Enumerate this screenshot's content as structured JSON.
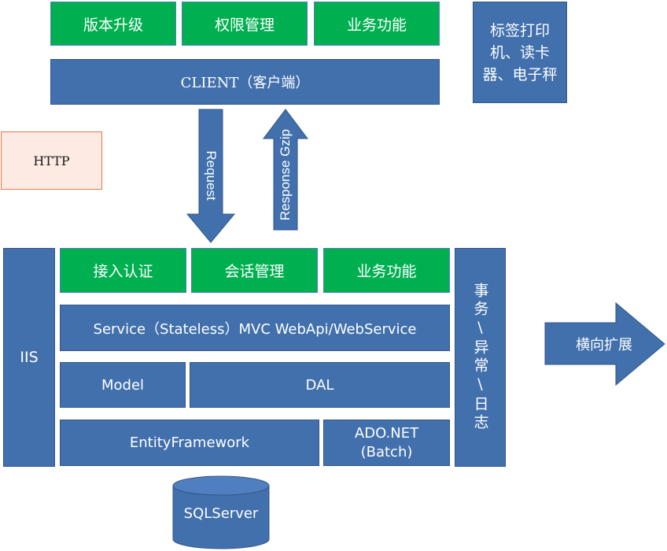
{
  "client": {
    "modules": [
      "版本升级",
      "权限管理",
      "业务功能"
    ],
    "title": "CLIENT（客户端）"
  },
  "peripherals": "标签打印机、读卡器、电子秤",
  "http": "HTTP",
  "arrows": {
    "request": "Request",
    "response": "Response Gzip",
    "scale_out": "横向扩展"
  },
  "server": {
    "iis": "IIS",
    "modules": [
      "接入认证",
      "会话管理",
      "业务功能"
    ],
    "service": "Service（Stateless）MVC WebApi/WebService",
    "model": "Model",
    "dal": "DAL",
    "ef": "EntityFramework",
    "ado": "ADO.NET\n(Batch)",
    "side": "事务\\异常\\日志"
  },
  "database": "SQLServer",
  "colors": {
    "green": "#00b050",
    "blue": "#4170ad",
    "http_fill": "#fdeae2",
    "http_border": "#e07a50"
  }
}
